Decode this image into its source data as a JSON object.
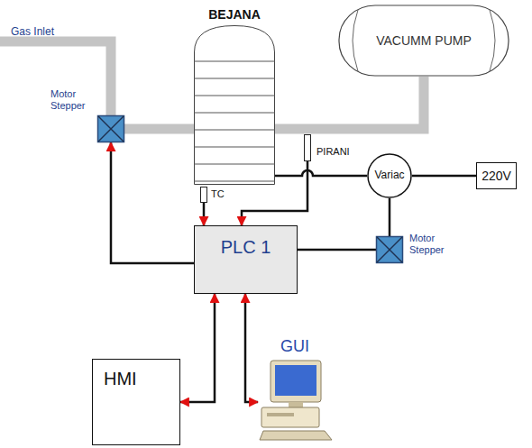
{
  "diagram": {
    "nodes": [
      {
        "text": [
          "BEJANA"
        ]
      },
      {
        "text": [
          "VACUMM PUMP"
        ]
      },
      {
        "text": [
          "Motor Stepper"
        ]
      },
      {
        "text": [
          "TC"
        ]
      },
      {
        "text": [
          "PIRANI"
        ]
      },
      {
        "text": [
          "Variac"
        ]
      },
      {
        "text": [
          "220V"
        ]
      },
      {
        "text": [
          "Motor Stepper"
        ]
      },
      {
        "text": [
          "PLC 1"
        ]
      },
      {
        "text": [
          "HMI"
        ]
      },
      {
        "text": [
          "GUI"
        ]
      }
    ],
    "edges": [
      {
        "from": 3,
        "to": 8,
        "arrow": "to"
      },
      {
        "from": 4,
        "to": 8,
        "arrow": "to"
      },
      {
        "from": 8,
        "to": 2,
        "arrow": "to"
      },
      {
        "from": 8,
        "to": 7,
        "arrow": "none"
      },
      {
        "from": 5,
        "to": 7,
        "arrow": "none"
      },
      {
        "from": 6,
        "to": 5,
        "arrow": "none"
      },
      {
        "from": 5,
        "to": 0,
        "arrow": "none"
      },
      {
        "from": 8,
        "to": 9,
        "arrow": "both"
      },
      {
        "from": 8,
        "to": 10,
        "arrow": "both"
      },
      {
        "from": 2,
        "to": 0,
        "arrow": "none"
      },
      {
        "from": 0,
        "to": 1,
        "arrow": "none"
      }
    ],
    "labels": [
      "Gas Inlet"
    ]
  }
}
